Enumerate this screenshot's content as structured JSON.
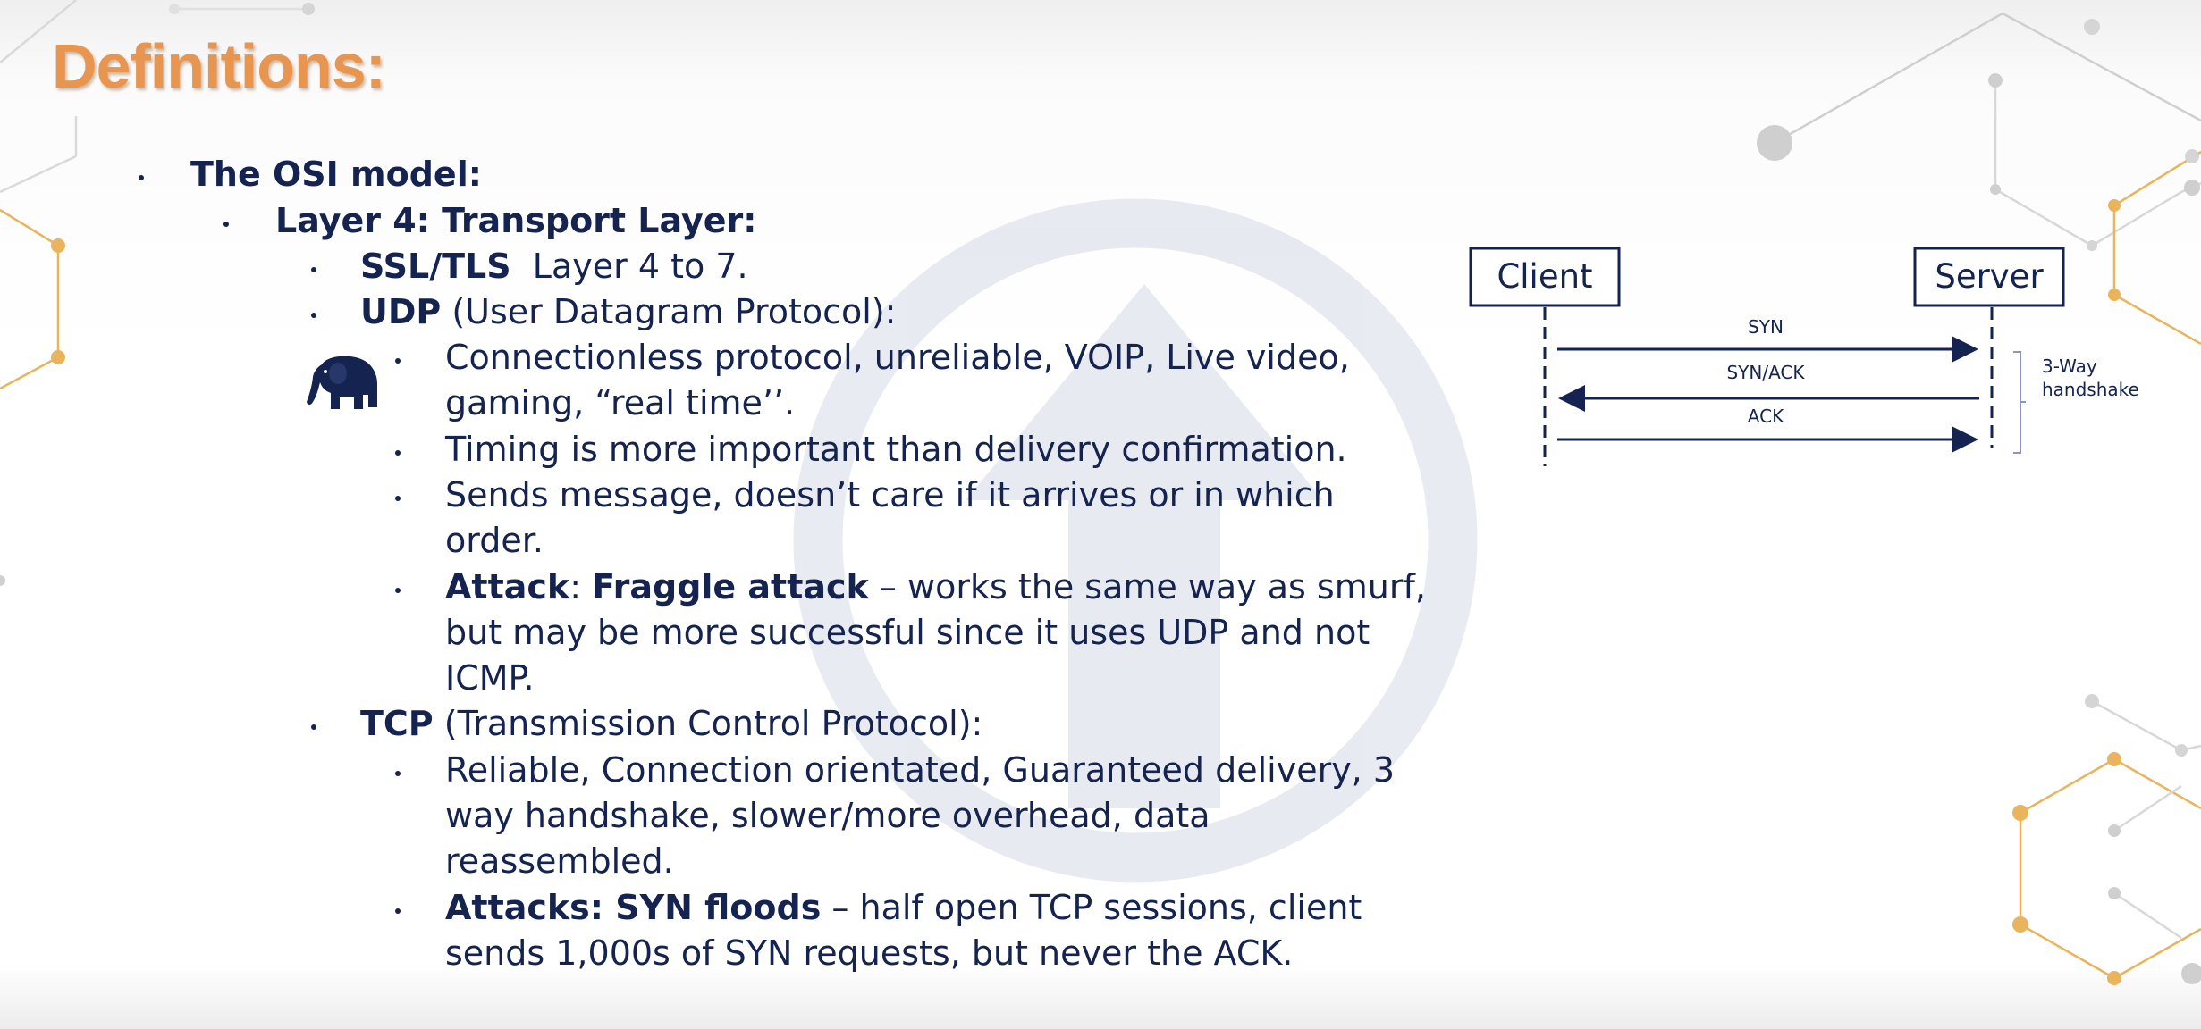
{
  "title": "Definitions:",
  "bullets": {
    "osi": "The OSI model:",
    "layer4": "Layer 4: Transport Layer:",
    "ssl_name": "SSL/TLS",
    "ssl_rest": "Layer 4 to 7.",
    "udp_name": "UDP",
    "udp_rest": " (User Datagram Protocol):",
    "udp_1a": "Connectionless protocol, unreliable,  VOIP, Live video,",
    "udp_1b": "gaming, “real time’’.",
    "udp_2": "Timing is more important than delivery confirmation.",
    "udp_3a": "Sends message, doesn’t care if it arrives or in which",
    "udp_3b": "order.",
    "udp_4_label": "Attack",
    "udp_4_sep": ": ",
    "udp_4_name": "Fraggle attack",
    "udp_4a_rest": " – works the same way as smurf,",
    "udp_4b": "but may be more successful since it uses UDP and not",
    "udp_4c": "ICMP.",
    "tcp_name": "TCP",
    "tcp_rest": " (Transmission Control Protocol):",
    "tcp_1a": "Reliable, Connection orientated, Guaranteed delivery, 3",
    "tcp_1b": "way handshake, slower/more overhead, data",
    "tcp_1c": "reassembled.",
    "tcp_2_label": "Attacks: SYN floods",
    "tcp_2a_rest": " – half open TCP sessions, client",
    "tcp_2b": "sends 1,000s of SYN requests, but never the ACK."
  },
  "diagram": {
    "client": "Client",
    "server": "Server",
    "syn": "SYN",
    "synack": "SYN/ACK",
    "ack": "ACK",
    "handshake_line1": "3-Way",
    "handshake_line2": "handshake"
  },
  "icons": {
    "elephant": "elephant-icon"
  },
  "colors": {
    "title": "#e8964f",
    "text": "#14234f",
    "accent": "#e9b45c",
    "watermark": "#d7dce7"
  }
}
